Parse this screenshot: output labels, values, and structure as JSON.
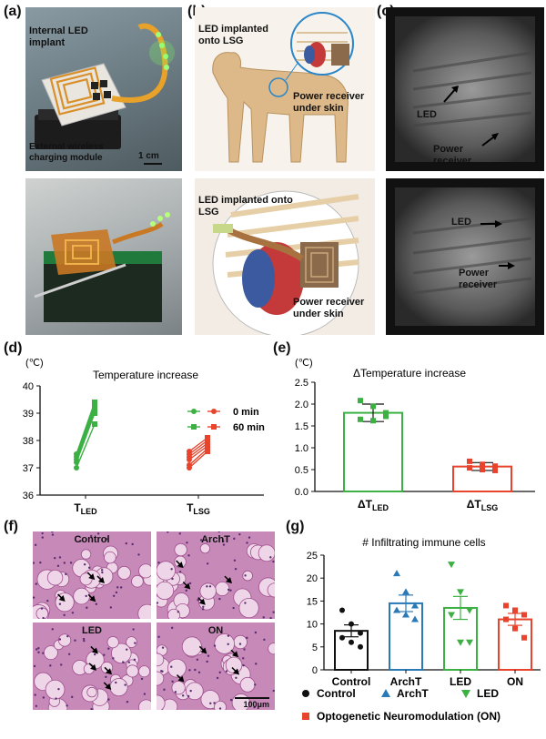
{
  "panels": {
    "a": "(a)",
    "b": "(b)",
    "c": "(c)",
    "d": "(d)",
    "e": "(e)",
    "f": "(f)",
    "g": "(g)"
  },
  "panel_a": {
    "internal_led": "Internal LED implant",
    "external_module": "External wireless charging module",
    "scale": "1 cm"
  },
  "panel_b": {
    "led_lsg_top": "LED implanted onto LSG",
    "power_top": "Power receiver under skin",
    "led_lsg_bottom": "LED implanted onto LSG",
    "power_bottom": "Power receiver under skin"
  },
  "panel_c": {
    "led_top": "LED",
    "power_top": "Power receiver",
    "led_bottom": "LED",
    "power_bottom": "Power receiver"
  },
  "panel_f": {
    "control": "Control",
    "archt": "ArchT",
    "led": "LED",
    "on": "ON",
    "scale": "100μm"
  },
  "chart_data": [
    {
      "type": "line",
      "title": "Temperature increase",
      "unit": "(℃)",
      "categories": [
        "T_LED",
        "T_LSG"
      ],
      "ylim": [
        36,
        40
      ],
      "yticks": [
        36,
        37,
        38,
        39,
        40
      ],
      "legend": [
        "0 min",
        "60 min"
      ],
      "colors": {
        "led": "#3cb043",
        "lsg": "#e8442d"
      },
      "series": {
        "led": {
          "before": [
            37.0,
            37.2,
            37.3,
            37.4,
            37.5,
            37.5
          ],
          "after": [
            38.6,
            39.0,
            39.1,
            39.2,
            39.3,
            39.4
          ]
        },
        "lsg": {
          "before": [
            37.0,
            37.1,
            37.3,
            37.4,
            37.5,
            37.6
          ],
          "after": [
            37.6,
            37.7,
            37.8,
            37.9,
            38.0,
            38.1
          ]
        }
      }
    },
    {
      "type": "bar",
      "title": "ΔTemperature increase",
      "unit": "(℃)",
      "categories": [
        "ΔT_LED",
        "ΔT_LSG"
      ],
      "ylim": [
        0,
        2.5
      ],
      "yticks": [
        "0.0",
        "0.5",
        "1.0",
        "1.5",
        "2.0",
        "2.5"
      ],
      "values": [
        1.8,
        0.57
      ],
      "errors": [
        0.2,
        0.09
      ],
      "colors": [
        "#3cb043",
        "#e8442d"
      ],
      "points": [
        [
          2.08,
          1.95,
          1.72,
          1.65,
          1.62,
          1.8
        ],
        [
          0.69,
          0.62,
          0.58,
          0.54,
          0.5,
          0.48
        ]
      ]
    },
    {
      "type": "bar",
      "title": "# Infiltrating immune cells",
      "categories": [
        "Control",
        "ArchT",
        "LED",
        "ON"
      ],
      "ylim": [
        0,
        25
      ],
      "yticks": [
        "0",
        "5",
        "10",
        "15",
        "20",
        "25"
      ],
      "values": [
        8.5,
        14.5,
        13.5,
        11.0
      ],
      "errors": [
        1.3,
        1.8,
        2.5,
        1.3
      ],
      "colors": [
        "#111111",
        "#2a7ab8",
        "#3cb043",
        "#e8442d"
      ],
      "points": [
        [
          13,
          10,
          8,
          7,
          6,
          5
        ],
        [
          21,
          17,
          14,
          13,
          12,
          11
        ],
        [
          23,
          17,
          13,
          12,
          6,
          6
        ],
        [
          14,
          13,
          12,
          11,
          9,
          7
        ]
      ],
      "legend": [
        "Control",
        "ArchT",
        "LED",
        "Optogenetic Neuromodulation (ON)"
      ]
    }
  ]
}
